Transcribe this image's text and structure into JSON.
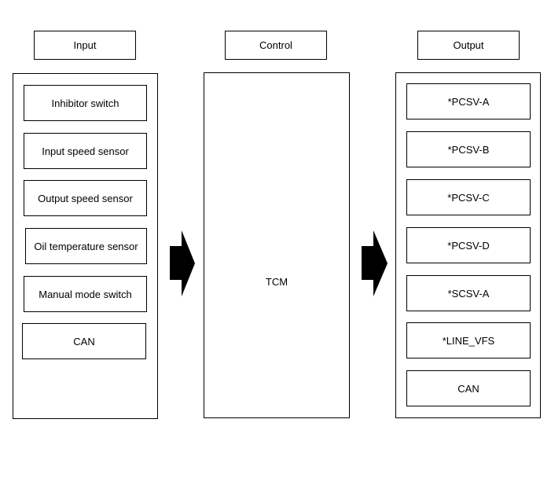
{
  "headers": {
    "input": "Input",
    "control": "Control",
    "output": "Output"
  },
  "inputs": [
    "Inhibitor switch",
    "Input speed sensor",
    "Output speed sensor",
    "Oil temperature sensor",
    "Manual mode switch",
    "CAN"
  ],
  "control": {
    "label": "TCM"
  },
  "outputs": [
    "*PCSV-A",
    "*PCSV-B",
    "*PCSV-C",
    "*PCSV-D",
    "*SCSV-A",
    "*LINE_VFS",
    "CAN"
  ]
}
